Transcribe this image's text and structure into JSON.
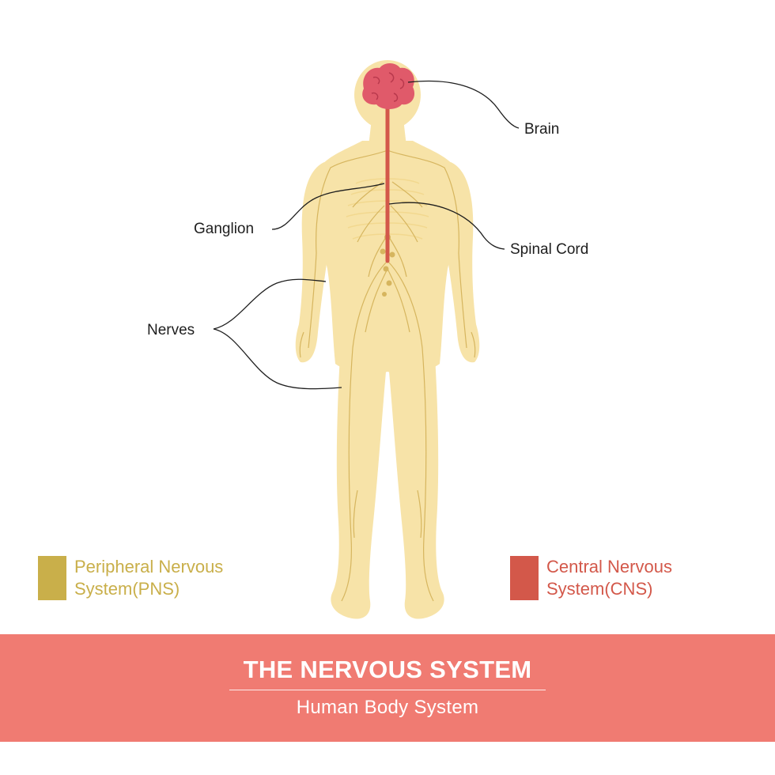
{
  "colors": {
    "pns": "#c9af4a",
    "cns": "#d3584a",
    "body": "#f7e3a8",
    "body_inner": "#f2d88f",
    "nerve": "#d6b55e",
    "brain": "#e05a6a",
    "banner": "#f07b72"
  },
  "labels": {
    "brain": "Brain",
    "spinal_cord": "Spinal Cord",
    "ganglion": "Ganglion",
    "nerves": "Nerves"
  },
  "legend": {
    "pns": {
      "label": "Peripheral Nervous System(PNS)",
      "color": "#c9af4a"
    },
    "cns": {
      "label": "Central Nervous System(CNS)",
      "color": "#d3584a"
    }
  },
  "banner": {
    "title": "THE NERVOUS SYSTEM",
    "subtitle": "Human Body System"
  }
}
